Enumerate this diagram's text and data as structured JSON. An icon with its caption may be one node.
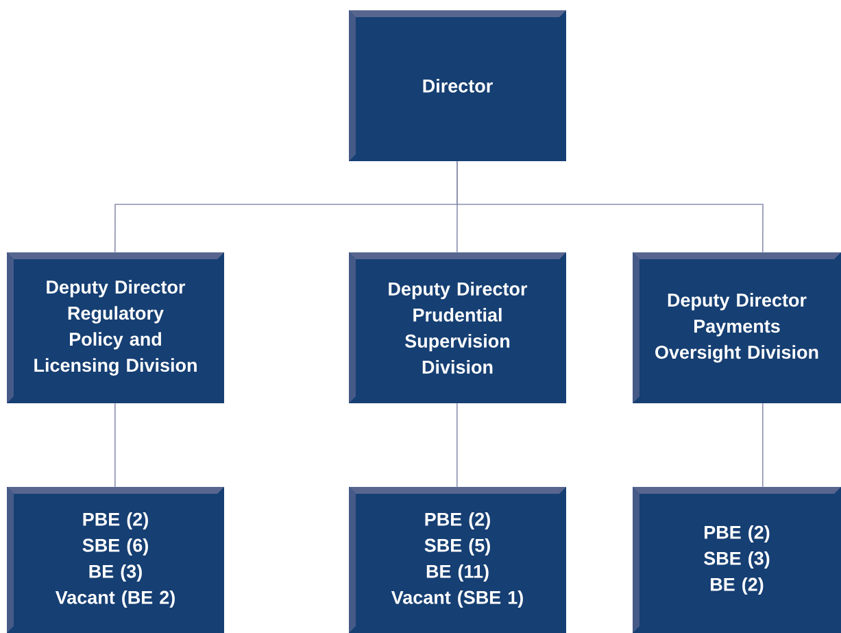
{
  "diagram": {
    "nodes": [
      {
        "text": [
          "Director"
        ]
      },
      {
        "text": [
          "Deputy Director",
          "Regulatory Policy and Licensing Division"
        ]
      },
      {
        "text": [
          "Deputy Director",
          "Prudential Supervision Division"
        ]
      },
      {
        "text": [
          "Deputy Director",
          "Payments Oversight Division"
        ]
      },
      {
        "text": [
          "PBE (2)",
          "SBE (6)",
          "BE (3)",
          "Vacant (BE 2)"
        ]
      },
      {
        "text": [
          "PBE (2)",
          "SBE (5)",
          "BE (11)",
          "Vacant (SBE 1)"
        ]
      },
      {
        "text": [
          "PBE (2)",
          "SBE (3)",
          "BE (2)"
        ]
      }
    ],
    "edges": [
      {
        "from": 0,
        "to": 1,
        "arrow": "none"
      },
      {
        "from": 0,
        "to": 2,
        "arrow": "none"
      },
      {
        "from": 0,
        "to": 3,
        "arrow": "none"
      },
      {
        "from": 1,
        "to": 4,
        "arrow": "none"
      },
      {
        "from": 2,
        "to": 5,
        "arrow": "none"
      },
      {
        "from": 3,
        "to": 6,
        "arrow": "none"
      }
    ]
  }
}
